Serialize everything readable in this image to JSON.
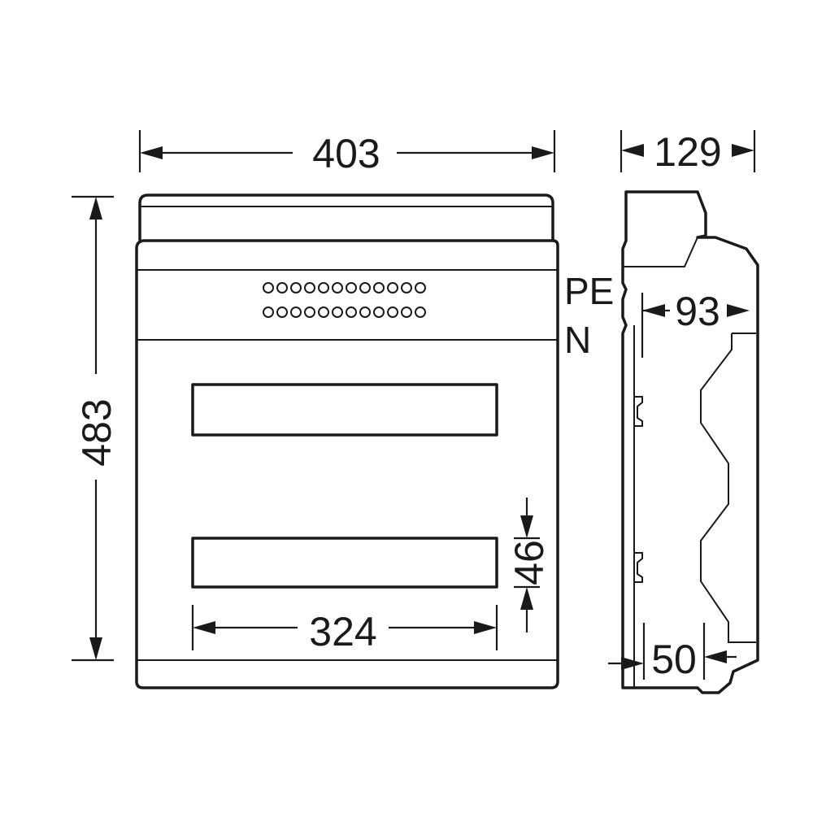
{
  "dimensions": {
    "width": "403",
    "height": "483",
    "depth": "129",
    "window_width": "324",
    "window_height": "46",
    "rail_depth": "93",
    "base_depth": "50"
  },
  "labels": {
    "pe": "PE",
    "n": "N"
  },
  "terminals": {
    "rows": 2,
    "per_row": 12
  }
}
